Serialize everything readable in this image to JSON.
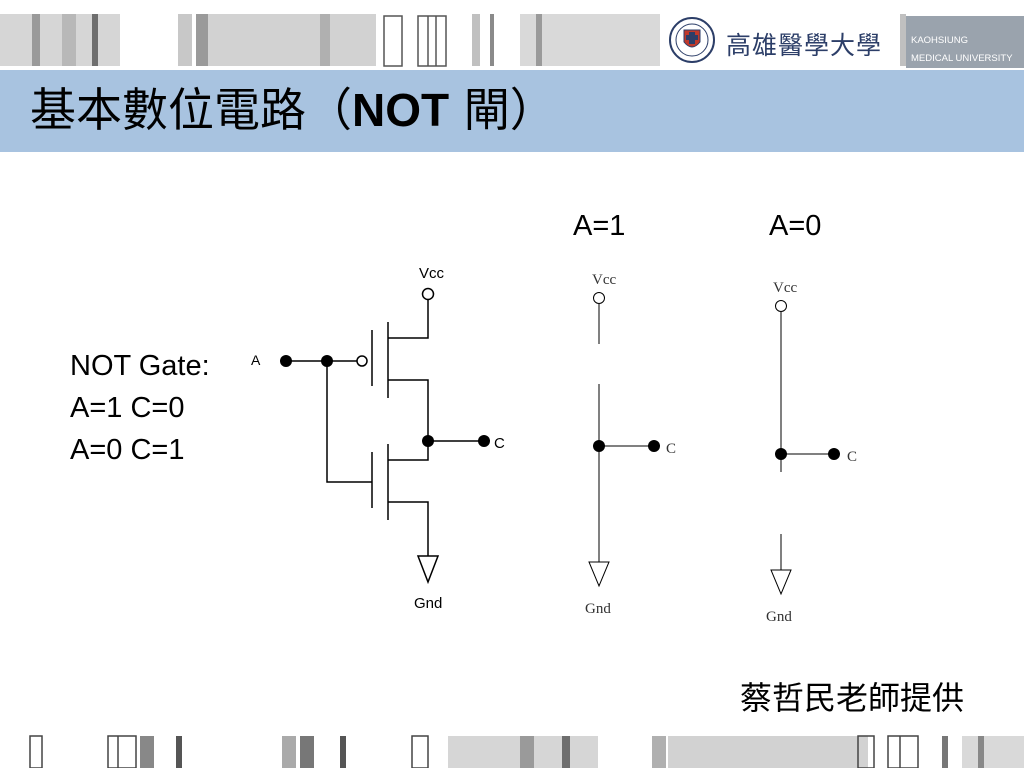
{
  "header": {
    "title_cn": "基本數位電路（",
    "title_latin": "NOT",
    "title_end": " 閘）",
    "university_cn": "高雄醫學大學",
    "university_en_line1": "KAOHSIUNG",
    "university_en_line2": "MEDICAL UNIVERSITY"
  },
  "notes": {
    "line1": "NOT Gate:",
    "line2": "A=1 C=0",
    "line3": "A=0 C=1"
  },
  "columns": {
    "a1_label": "A=1",
    "a0_label": "A=0"
  },
  "circuit_main": {
    "vcc": "Vcc",
    "input": "A",
    "output": "C",
    "gnd": "Gnd"
  },
  "circuit_a1": {
    "vcc": "Vcc",
    "output": "C",
    "gnd": "Gnd"
  },
  "circuit_a0": {
    "vcc": "Vcc",
    "output": "C",
    "gnd": "Gnd"
  },
  "footer": {
    "credit": "蔡哲民老師提供"
  },
  "colors": {
    "title_bar": "#a8c3e0",
    "stripe_dark": "#6e6e6e",
    "stripe_light": "#d9d9d9",
    "university_text": "#2c3e68"
  }
}
